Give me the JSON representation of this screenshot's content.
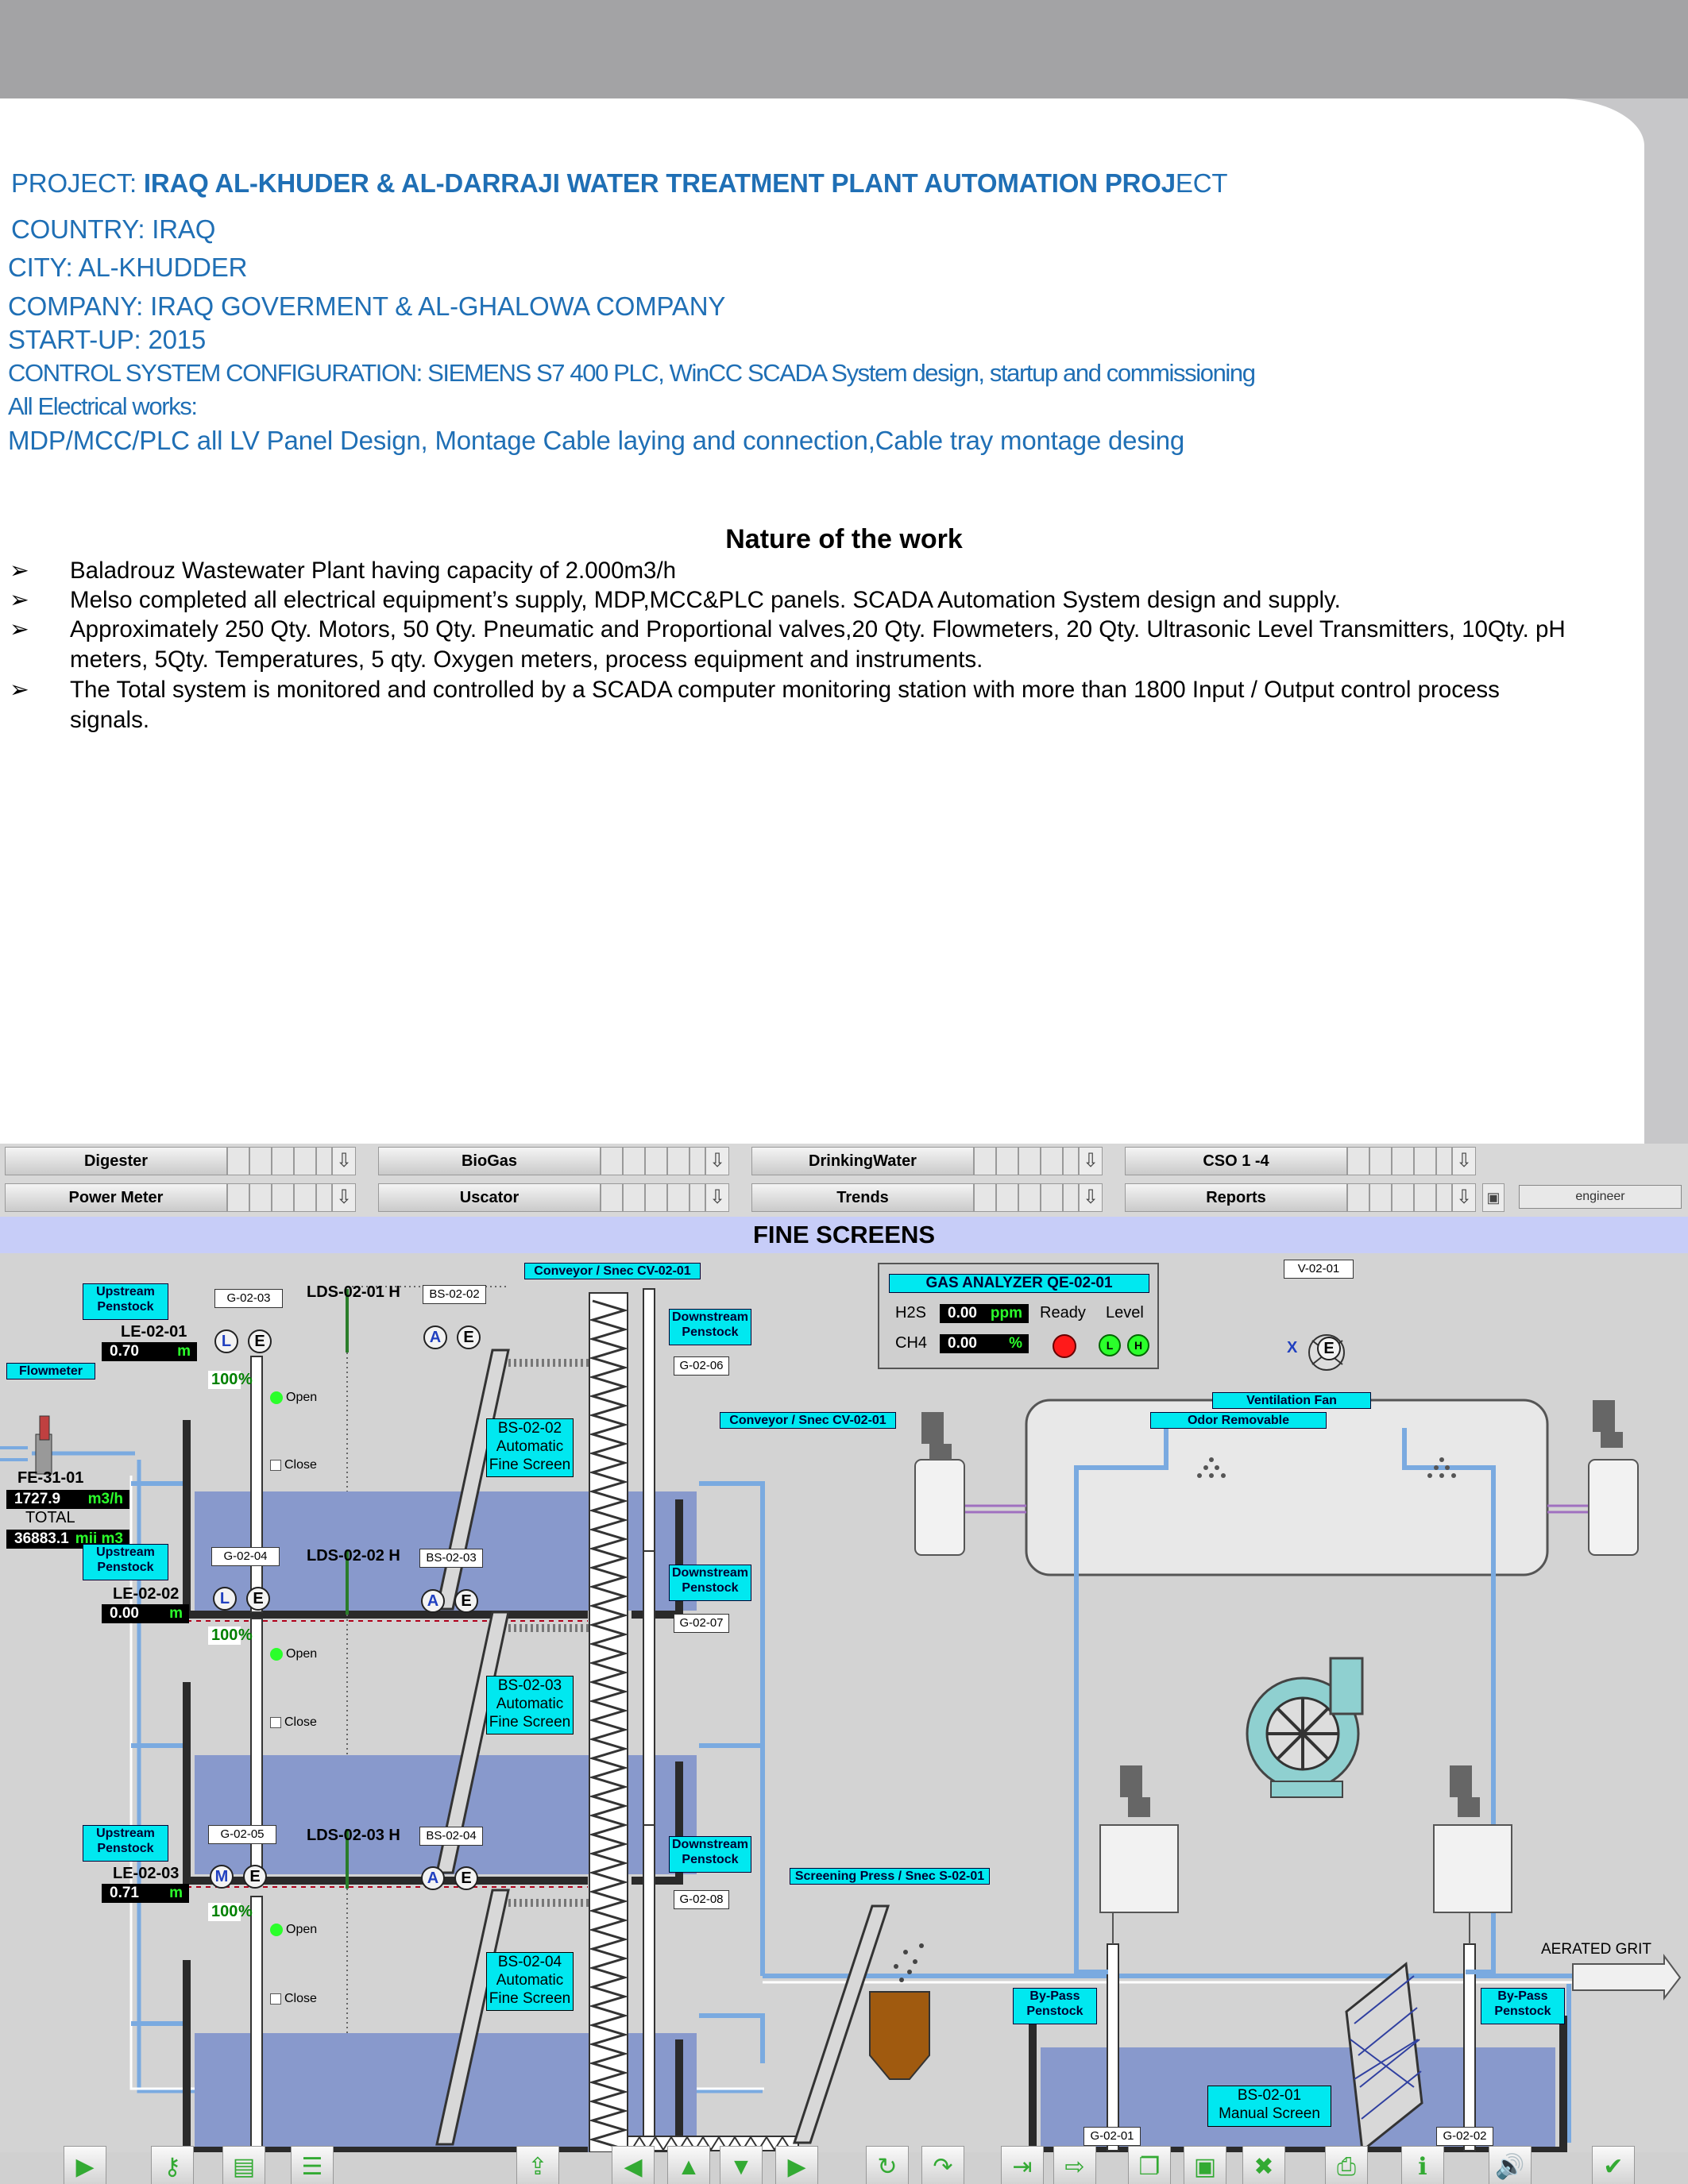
{
  "project": {
    "project_prefix": "PROJECT: ",
    "project_bold": "IRAQ AL-KHUDER & AL-DARRAJI WATER TREATMENT PLANT AUTOMATION PROJ",
    "project_suffix": "ECT",
    "country": "COUNTRY: IRAQ",
    "city": "CITY: AL-KHUDDER",
    "company": "COMPANY: IRAQ GOVERMENT & AL-GHALOWA COMPANY",
    "startup": "START-UP: 2015",
    "control": "CONTROL SYSTEM CONFIGURATION: SIEMENS S7 400 PLC, WinCC SCADA System design, startup and  commissioning",
    "electrical_title": "All Electrical works:",
    "electrical_detail": "MDP/MCC/PLC all LV Panel Design, Montage Cable laying and connection,Cable tray  montage desing"
  },
  "nature": {
    "title": "Nature of the work",
    "bullet_marker": "➢",
    "bullets": [
      "Baladrouz Wastewater Plant having capacity of 2.000m3/h",
      "Melso completed all electrical equipment’s supply, MDP,MCC&PLC panels. SCADA Automation  System design and supply.",
      "Approximately 250 Qty. Motors, 50 Qty. Pneumatic and Proportional valves,20 Qty. Flowmeters,  20 Qty. Ultrasonic Level Transmitters, 10Qty. pH meters, 5Qty. Temperatures, 5 qty. Oxygen  meters, process equipment and instruments.",
      "The Total system is monitored and controlled by a SCADA computer monitoring station with  more than 1800 Input / Output control process signals."
    ]
  },
  "nav": {
    "row1": [
      "Digester",
      "BioGas",
      "DrinkingWater",
      "CSO 1 -4"
    ],
    "row2": [
      "Power Meter",
      "Uscator",
      "Trends",
      "Reports"
    ],
    "user": "engineer",
    "arrow": "⇩"
  },
  "screen": {
    "title": "FINE SCREENS",
    "upstream": "Upstream Penstock",
    "downstream": "Downstream Penstock",
    "bypass": "By-Pass Penstock",
    "flowmeter": "Flowmeter",
    "conveyor1": "Conveyor / Snec CV-02-01",
    "conveyor2": "Conveyor / Snec CV-02-01",
    "screening_press": "Screening Press / Snec S-02-01",
    "ventilation_fan": "Ventilation Fan",
    "odor": "Odor Removable",
    "aerated": "AERATED GRIT",
    "open": "Open",
    "close": "Close",
    "gas": {
      "title": "GAS ANALYZER QE-02-01",
      "h2s_label": "H2S",
      "h2s_value": "0.00",
      "h2s_unit": "ppm",
      "ch4_label": "CH4",
      "ch4_value": "0.00",
      "ch4_unit": "%",
      "ready": "Ready",
      "level": "Level",
      "l": "L",
      "h": "H"
    },
    "fan_tag": "V-02-01",
    "fan_x": "X",
    "fan_e": "E",
    "fe": {
      "tag": "FE-31-01",
      "flow": "1727.9",
      "flow_unit": "m3/h",
      "total_label": "TOTAL",
      "total": "36883.1",
      "total_unit": "mii m3"
    },
    "rows": [
      {
        "le": "LE-02-01",
        "level": "0.70",
        "unit": "m",
        "mode": "L",
        "gate": "G-02-03",
        "lds": "LDS-02-01 H",
        "bs_tag": "BS-02-02",
        "down_gate": "G-02-06",
        "pct": "100",
        "screen": [
          "BS-02-02",
          "Automatic",
          "Fine Screen"
        ]
      },
      {
        "le": "LE-02-02",
        "level": "0.00",
        "unit": "m",
        "mode": "L",
        "gate": "G-02-04",
        "lds": "LDS-02-02 H",
        "bs_tag": "BS-02-03",
        "down_gate": "G-02-07",
        "pct": "100",
        "screen": [
          "BS-02-03",
          "Automatic",
          "Fine Screen"
        ]
      },
      {
        "le": "LE-02-03",
        "level": "0.71",
        "unit": "m",
        "mode": "M",
        "gate": "G-02-05",
        "lds": "LDS-02-03 H",
        "bs_tag": "BS-02-04",
        "down_gate": "G-02-08",
        "pct": "100",
        "screen": [
          "BS-02-04",
          "Automatic",
          "Fine Screen"
        ]
      }
    ],
    "auto_a": "A",
    "auto_e": "E",
    "manual_screen": [
      "BS-02-01",
      "Manual Screen"
    ],
    "bypass_gates": [
      "G-02-01",
      "G-02-02"
    ]
  },
  "toolbar": {
    "icons": [
      "play-icon",
      "key-icon",
      "notes-icon",
      "list-icon",
      "export-icon",
      "arrow-left-icon",
      "arrow-up-icon",
      "arrow-down-icon",
      "arrow-right-icon",
      "refresh-icon",
      "redo-icon",
      "import-icon",
      "forward-icon",
      "copy-icon",
      "save-icon",
      "delete-icon",
      "print-icon",
      "info-icon",
      "sound-icon",
      "check-icon"
    ],
    "glyphs": [
      "▶",
      "⚷",
      "▤",
      "☰",
      "⇪",
      "◀",
      "▲",
      "▼",
      "▶",
      "↻",
      "↷",
      "⇥",
      "⇨",
      "❐",
      "▣",
      "✖",
      "⎙",
      "ℹ",
      "🔊",
      "✔"
    ]
  },
  "colors": {
    "accent_text": "#1f6fb5",
    "title_bar": "#c7cdf8",
    "cyan_label": "#00e8f0",
    "water": "#8899cc",
    "status_green": "#2bff2b",
    "status_red": "#ff1a1a"
  }
}
